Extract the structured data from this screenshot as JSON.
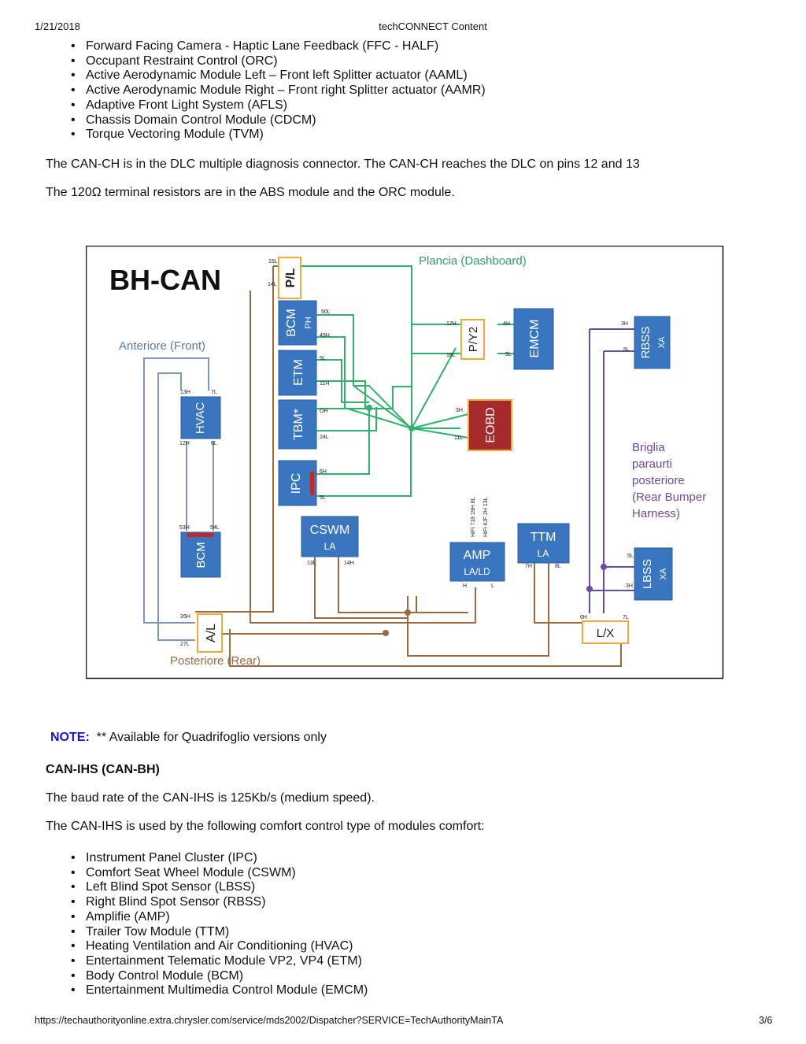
{
  "header": {
    "date": "1/21/2018",
    "title": "techCONNECT Content"
  },
  "top_list": [
    "Forward Facing Camera - Haptic Lane Feedback (FFC - HALF)",
    "Occupant Restraint Control (ORC)",
    "Active Aerodynamic Module Left – Front left Splitter actuator (AAML)",
    "Active Aerodynamic Module Right – Front right Splitter actuator (AAMR)",
    "Adaptive Front Light System (AFLS)",
    "Chassis Domain Control Module (CDCM)",
    "Torque Vectoring Module (TVM)"
  ],
  "para1": "The CAN-CH is in the DLC multiple diagnosis connector. The CAN-CH reaches the DLC on pins 12 and 13",
  "para2": "The 120Ω terminal resistors are in the ABS module and the ORC module.",
  "diagram": {
    "title": "BH-CAN",
    "regions": {
      "dashboard": "Plancia (Dashboard)",
      "front": "Anteriore (Front)",
      "rear": "Posteriore (Rear)",
      "bumper": [
        "Briglia",
        "paraurti",
        "posteriore",
        "(Rear Bumper",
        "Harness)"
      ]
    },
    "modules": {
      "bcm_ph": {
        "name": "BCM",
        "sub": "PH"
      },
      "etm": {
        "name": "ETM"
      },
      "tbm": {
        "name": "TBM*"
      },
      "ipc": {
        "name": "IPC"
      },
      "hvac": {
        "name": "HVAC"
      },
      "bcm": {
        "name": "BCM"
      },
      "emcm": {
        "name": "EMCM"
      },
      "eobd": {
        "name": "EOBD"
      },
      "rbss": {
        "name": "RBSS",
        "sub": "XA"
      },
      "lbss": {
        "name": "LBSS",
        "sub": "XA"
      },
      "cswm": {
        "name": "CSWM",
        "sub": "LA"
      },
      "amp": {
        "name": "AMP",
        "sub": "LA/LD"
      },
      "ttm": {
        "name": "TTM",
        "sub": "LA"
      }
    },
    "connectors": {
      "pl": "P/L",
      "py2": "P/Y2",
      "al": "A/L",
      "lx": "L/X"
    },
    "pins": {
      "pl_15": "15L",
      "pl_14": "14L",
      "bcm_50": "50L",
      "bcm_49": "49H",
      "etm_9": "9L",
      "etm_11": "11H",
      "tbm_a": "OH",
      "tbm_b": "24L",
      "ipc_6": "6H",
      "ipc_5": "5L",
      "py2_17": "17H",
      "py2_18": "18L",
      "emcm_4": "4H",
      "emcm_5": "5L",
      "eobd_3": "3H",
      "eobd_11": "11L",
      "rbss_3": "3H",
      "rbss_5": "5L",
      "hvac_13": "13H",
      "hvac_7": "7L",
      "hvac_12": "12H",
      "hvac_6": "6L",
      "bcm_53": "53H",
      "bcm_54": "54L",
      "al_26": "26H",
      "al_27": "27L",
      "cswm_13": "13L",
      "cswm_14": "14H",
      "amp_h": "H",
      "amp_l": "L",
      "ttm_7": "7H",
      "ttm_8": "8L",
      "lx_6": "6H",
      "lx_7": "7L",
      "lbss_5": "5L",
      "lbss_3": "3H",
      "hifi_1": "HiFi 718  19H  8L",
      "hifi_2": "HiFi 4JF  2H  13L"
    }
  },
  "note": {
    "label": "NOTE:",
    "text": "** Available for Quadrifoglio versions only"
  },
  "section_title": "CAN-IHS (CAN-BH)",
  "para3": "The baud rate of the CAN-IHS is 125Kb/s (medium speed).",
  "para4": "The CAN-IHS is used by the following comfort control type of modules comfort:",
  "bottom_list": [
    "Instrument Panel Cluster (IPC)",
    "Comfort Seat Wheel Module (CSWM)",
    "Left Blind Spot Sensor (LBSS)",
    "Right Blind Spot Sensor (RBSS)",
    "Amplifie (AMP)",
    "Trailer Tow Module (TTM)",
    "Heating Ventilation and Air Conditioning (HVAC)",
    "Entertainment Telematic Module VP2, VP4 (ETM)",
    "Body Control Module (BCM)",
    "Entertainment Multimedia Control Module (EMCM)"
  ],
  "footer": {
    "url": "https://techauthorityonline.extra.chrysler.com/service/mds2002/Dispatcher?SERVICE=TechAuthorityMainTA",
    "page": "3/6"
  },
  "colors": {
    "module_blue": "#3a75c0",
    "eobd_red": "#a52a2a",
    "connector_orange": "#f0a93d",
    "wire_green": "#2fb36b",
    "wire_brown": "#9b6a42",
    "wire_blue_grey": "#7e97b8",
    "wire_purple": "#6c4a9e",
    "note_blue": "#1515d6"
  }
}
